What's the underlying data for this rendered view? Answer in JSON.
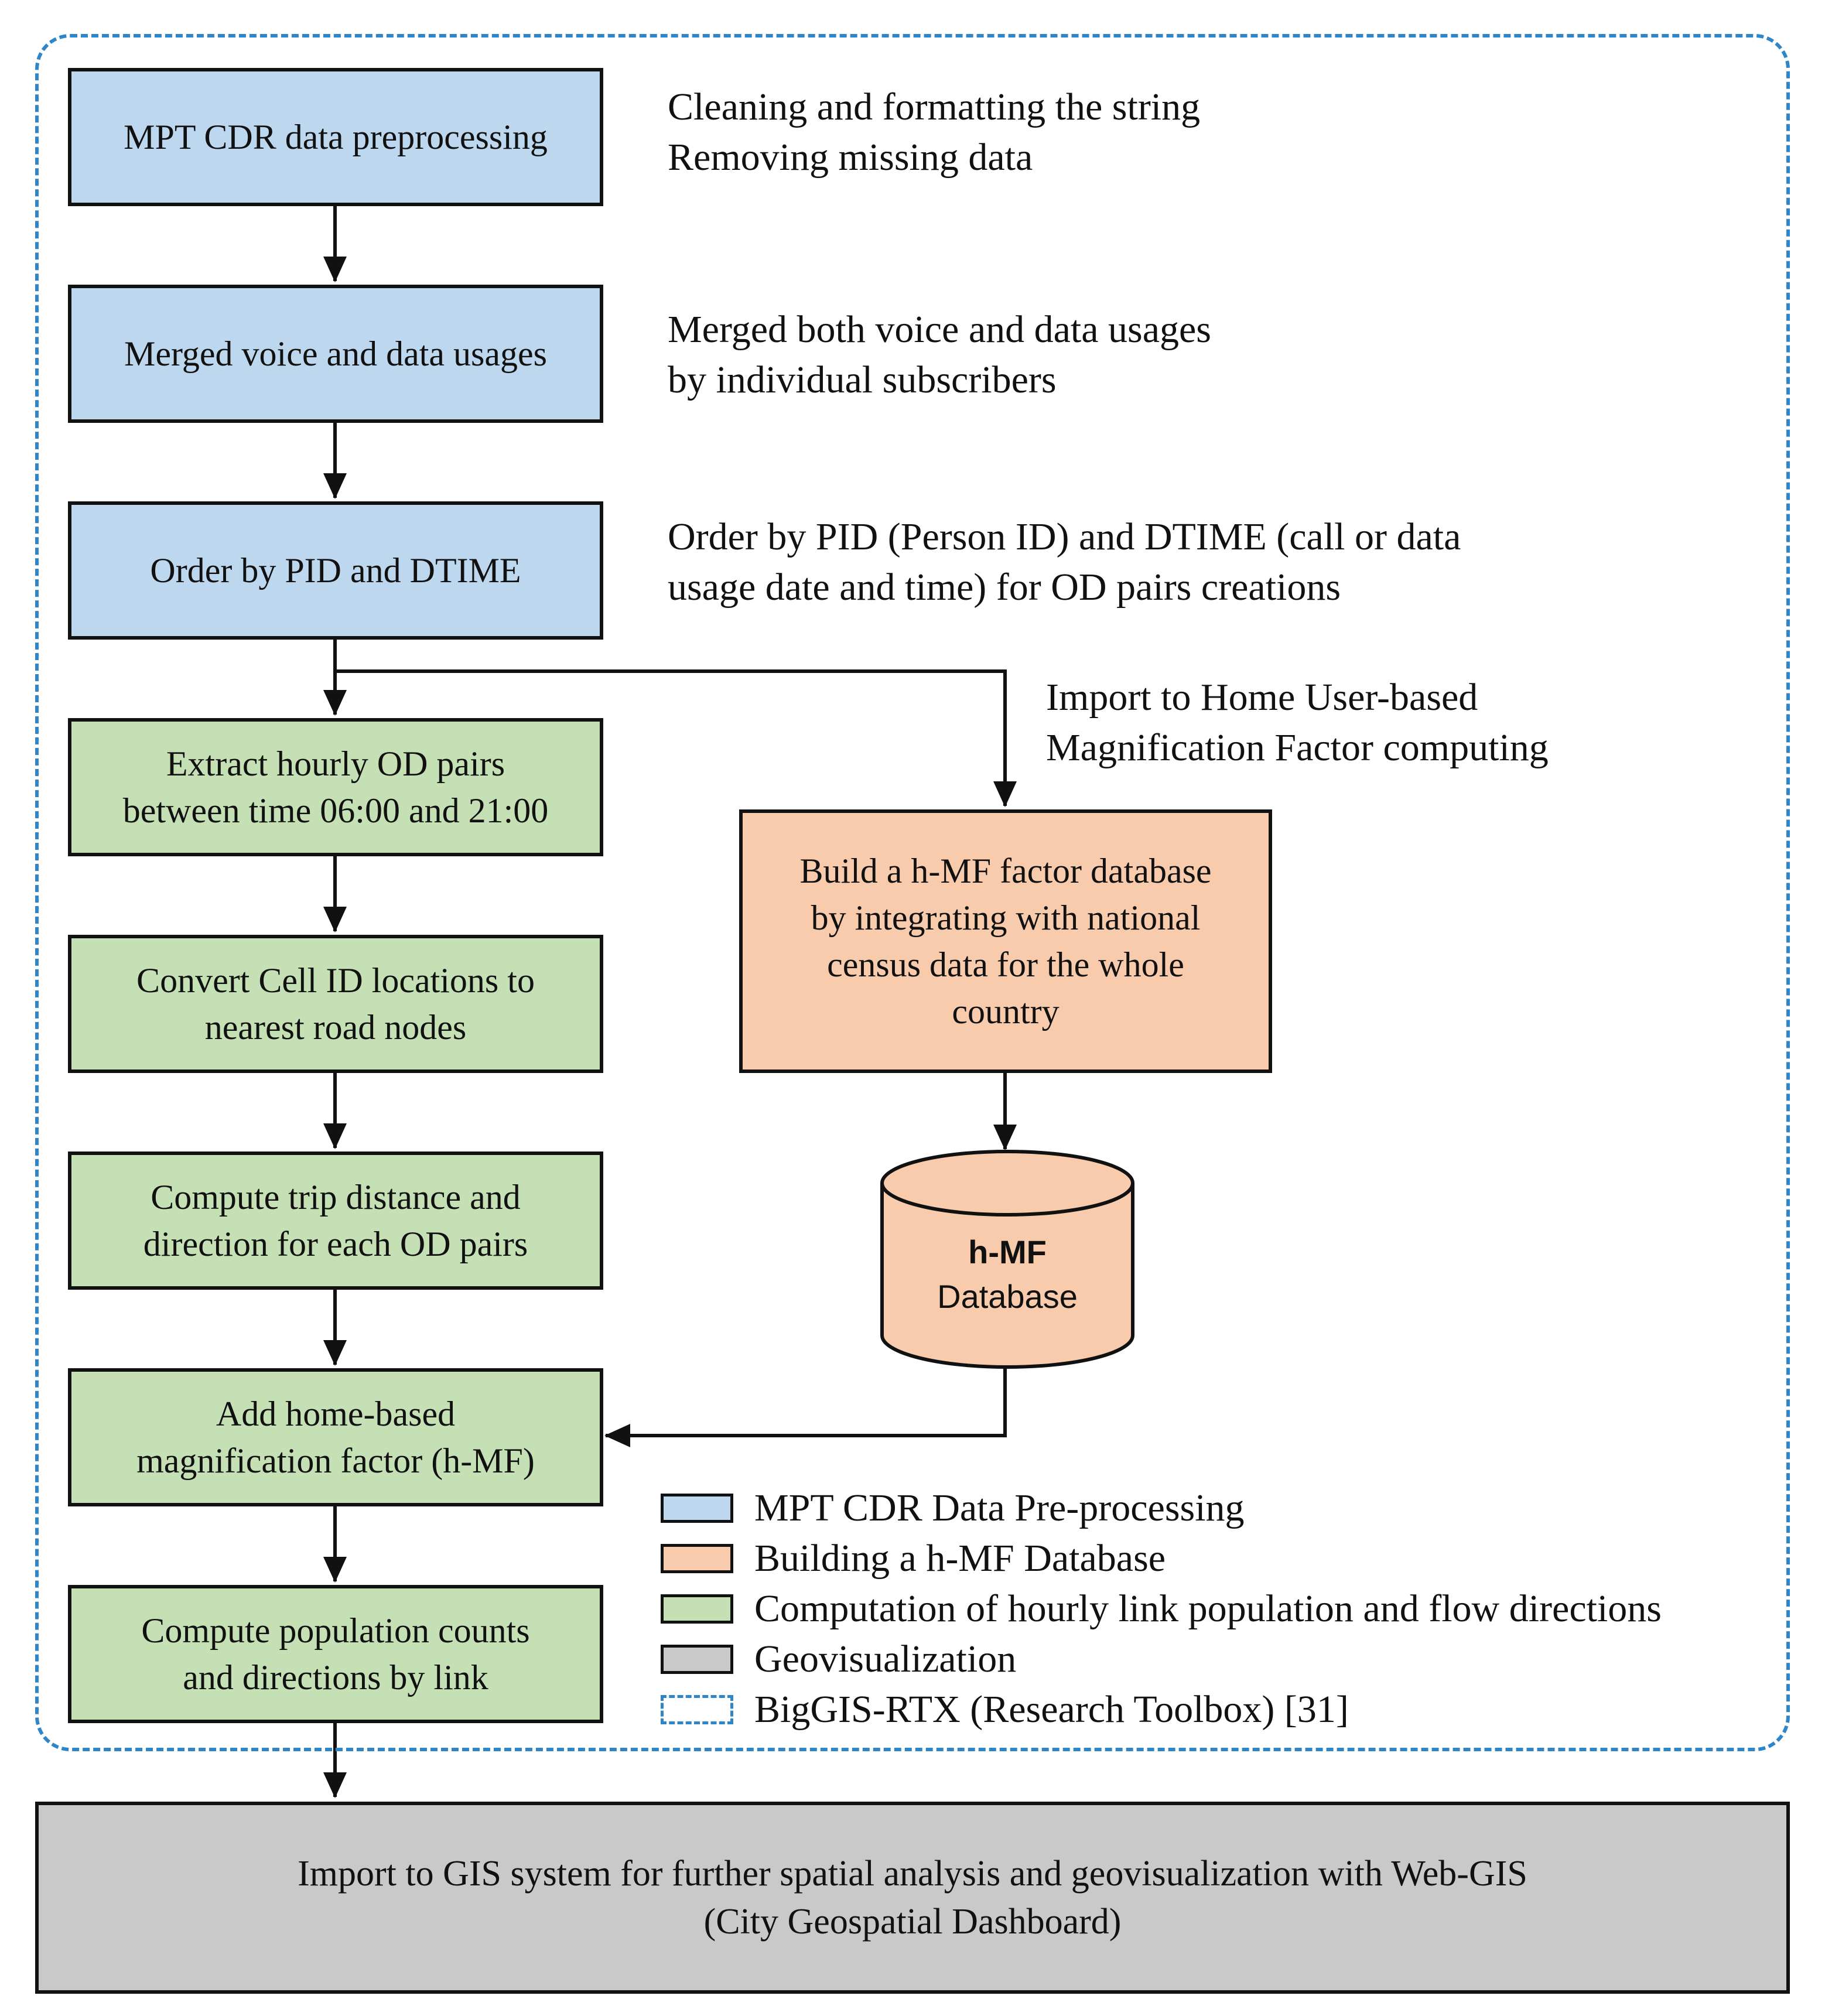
{
  "steps": {
    "preprocessing": "MPT CDR data preprocessing",
    "merged": "Merged voice and data usages",
    "order": "Order by PID and DTIME",
    "extract": "Extract hourly OD pairs\nbetween time 06:00 and 21:00",
    "convert": "Convert Cell ID locations to\nnearest road nodes",
    "compute_trip": "Compute trip distance and\ndirection for each OD pairs",
    "add_hmf": "Add home-based\nmagnification factor (h-MF)",
    "population": "Compute population counts\nand directions by link",
    "build_db": "Build a h-MF factor database\nby integrating with national\ncensus data for the whole\ncountry",
    "gis": "Import to GIS system for further spatial analysis and geovisualization with Web-GIS\n(City Geospatial Dashboard)"
  },
  "notes": {
    "preprocessing": "Cleaning and formatting the string\nRemoving missing data",
    "merged": "Merged both voice and data usages\nby individual subscribers",
    "order": "Order by PID (Person ID) and DTIME (call or data\nusage date and time) for OD pairs creations",
    "import": "Import to Home User-based\nMagnification Factor computing"
  },
  "database": {
    "title": "h-MF",
    "subtitle": "Database"
  },
  "legend": [
    {
      "label": "MPT CDR Data Pre-processing",
      "color": "#BDD7EE"
    },
    {
      "label": "Building a h-MF Database",
      "color": "#F8CBAD"
    },
    {
      "label": "Computation of hourly link population and flow directions",
      "color": "#C5E0B4"
    },
    {
      "label": "Geovisualization",
      "color": "#C9C9C9"
    },
    {
      "label": "BigGIS-RTX (Research Toolbox) [31]",
      "color": "#2E86C8"
    }
  ]
}
